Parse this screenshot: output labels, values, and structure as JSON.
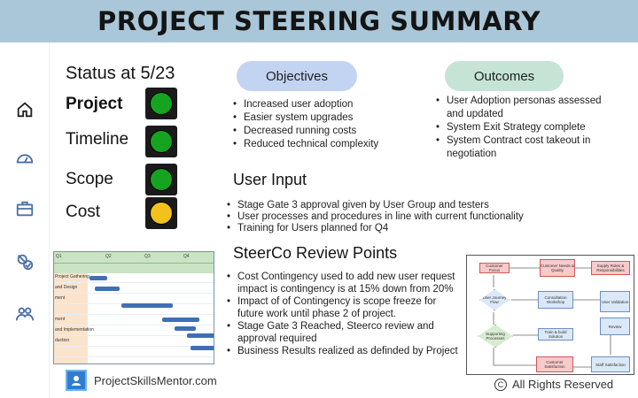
{
  "header": {
    "title": "PROJECT STEERING SUMMARY"
  },
  "sidebar": {
    "icons": [
      "home-icon",
      "dashboard-gauge-icon",
      "briefcase-icon",
      "tasks-check-icon",
      "team-icon"
    ]
  },
  "status": {
    "title": "Status at 5/23",
    "rows": [
      {
        "label": "Project",
        "light": "green"
      },
      {
        "label": "Timeline",
        "light": "green"
      },
      {
        "label": "Scope",
        "light": "green"
      },
      {
        "label": "Cost",
        "light": "amber"
      }
    ]
  },
  "colors": {
    "green": "#16a31f",
    "amber": "#f2c11b",
    "header": "#a9c7d8",
    "objectives_pill": "#c3d4f2",
    "outcomes_pill": "#c5e4d6"
  },
  "objectives": {
    "label": "Objectives",
    "items": [
      "Increased user adoption",
      "Easier system upgrades",
      "Decreased running costs",
      "Reduced technical complexity"
    ]
  },
  "outcomes": {
    "label": "Outcomes",
    "items": [
      "User Adoption personas assessed and updated",
      "System Exit Strategy complete",
      "System Contract cost takeout in negotiation"
    ]
  },
  "user_input": {
    "title": "User Input",
    "items": [
      "Stage Gate 3 approval given by User Group and testers",
      "User processes and procedures in line with current functionality",
      "Training for Users planned for Q4"
    ]
  },
  "review": {
    "title": "SteerCo Review Points",
    "items": [
      "Cost Contingency used to add new user request impact is contingency is at 15% down from 20%",
      "Impact of of Contingency is scope freeze for future work until phase 2 of project.",
      "Stage Gate 3 Reached, Steerco review and approval required",
      "Business Results realized as definded by Project"
    ]
  },
  "gantt": {
    "head": "Q1",
    "quarters": [
      "Q2",
      "Q3",
      "Q4"
    ],
    "rows": [
      "Project Gathering",
      "and Design",
      "ment",
      "",
      "ment",
      "and Implementation",
      "duction"
    ]
  },
  "flowchart": {
    "boxes": [
      "Customer Focus",
      "Customer Needs & Quality",
      "Supply Roles & Responsibilities",
      "User Journey Flow",
      "Consultation Workshop",
      "User Validation",
      "Supporting Processes",
      "Train & build Solution",
      "Review",
      "Customer Satisfaction",
      "Staff Satisfaction"
    ]
  },
  "footer": {
    "site": "ProjectSkillsMentor.com",
    "copyright": "All Rights Reserved"
  }
}
